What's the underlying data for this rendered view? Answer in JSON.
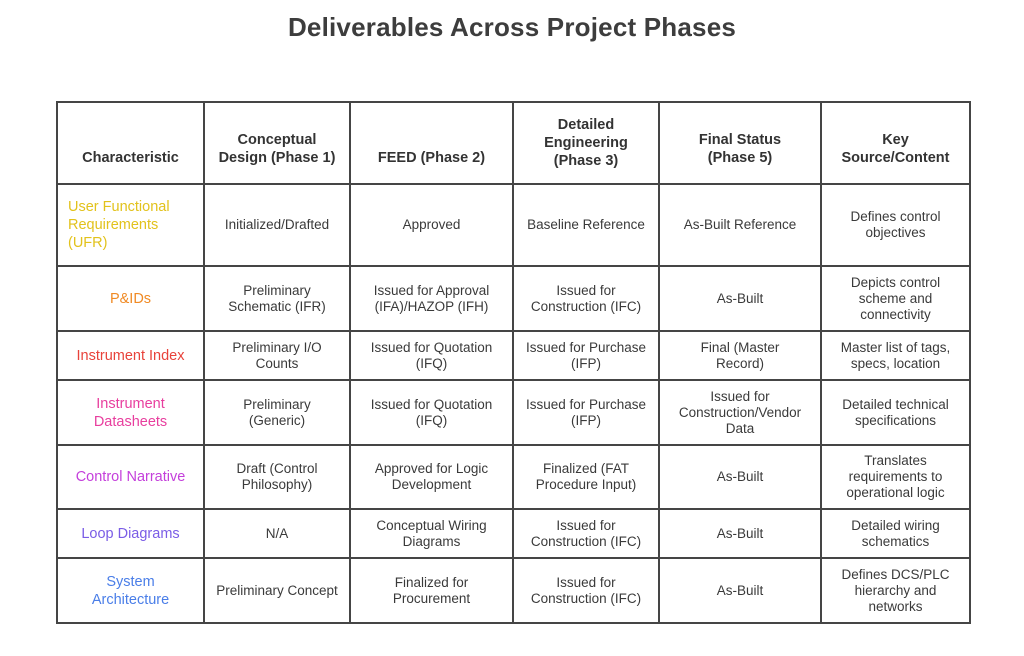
{
  "title": "Deliverables Across Project Phases",
  "columns": [
    "Characteristic",
    "Conceptual Design (Phase 1)",
    "FEED (Phase 2)",
    "Detailed Engineering (Phase 3)",
    "Final Status (Phase 5)",
    "Key Source/Content"
  ],
  "rows": [
    {
      "characteristic": "User Functional Requirements (UFR)",
      "color": "#e2c21c",
      "conceptual": "Initialized/Drafted",
      "feed": "Approved",
      "detailed": "Baseline Reference",
      "final": "As-Built Reference",
      "key": "Defines control objectives"
    },
    {
      "characteristic": "P&IDs",
      "color": "#f08a24",
      "conceptual": "Preliminary Schematic (IFR)",
      "feed": "Issued for Approval (IFA)/HAZOP (IFH)",
      "detailed": "Issued for Construction (IFC)",
      "final": "As-Built",
      "key": "Depicts control scheme and connectivity"
    },
    {
      "characteristic": "Instrument Index",
      "color": "#e8423a",
      "conceptual": "Preliminary I/O Counts",
      "feed": "Issued for Quotation (IFQ)",
      "detailed": "Issued for Purchase (IFP)",
      "final": "Final (Master Record)",
      "key": "Master list of tags, specs, location"
    },
    {
      "characteristic": "Instrument Datasheets",
      "color": "#e83e9e",
      "conceptual": "Preliminary (Generic)",
      "feed": "Issued for Quotation (IFQ)",
      "detailed": "Issued for Purchase (IFP)",
      "final": "Issued for Construction/Vendor Data",
      "key": "Detailed technical specifications"
    },
    {
      "characteristic": "Control Narrative",
      "color": "#c43fdb",
      "conceptual": "Draft (Control Philosophy)",
      "feed": "Approved for Logic Development",
      "detailed": "Finalized (FAT Procedure Input)",
      "final": "As-Built",
      "key": "Translates requirements to operational logic"
    },
    {
      "characteristic": "Loop Diagrams",
      "color": "#7a5ce6",
      "conceptual": "N/A",
      "feed": "Conceptual Wiring Diagrams",
      "detailed": "Issued for Construction (IFC)",
      "final": "As-Built",
      "key": "Detailed wiring schematics"
    },
    {
      "characteristic": "System Architecture",
      "color": "#4a7ee8",
      "conceptual": "Preliminary Concept",
      "feed": "Finalized for Procurement",
      "detailed": "Issued for Construction (IFC)",
      "final": "As-Built",
      "key": "Defines DCS/PLC hierarchy and networks"
    }
  ]
}
